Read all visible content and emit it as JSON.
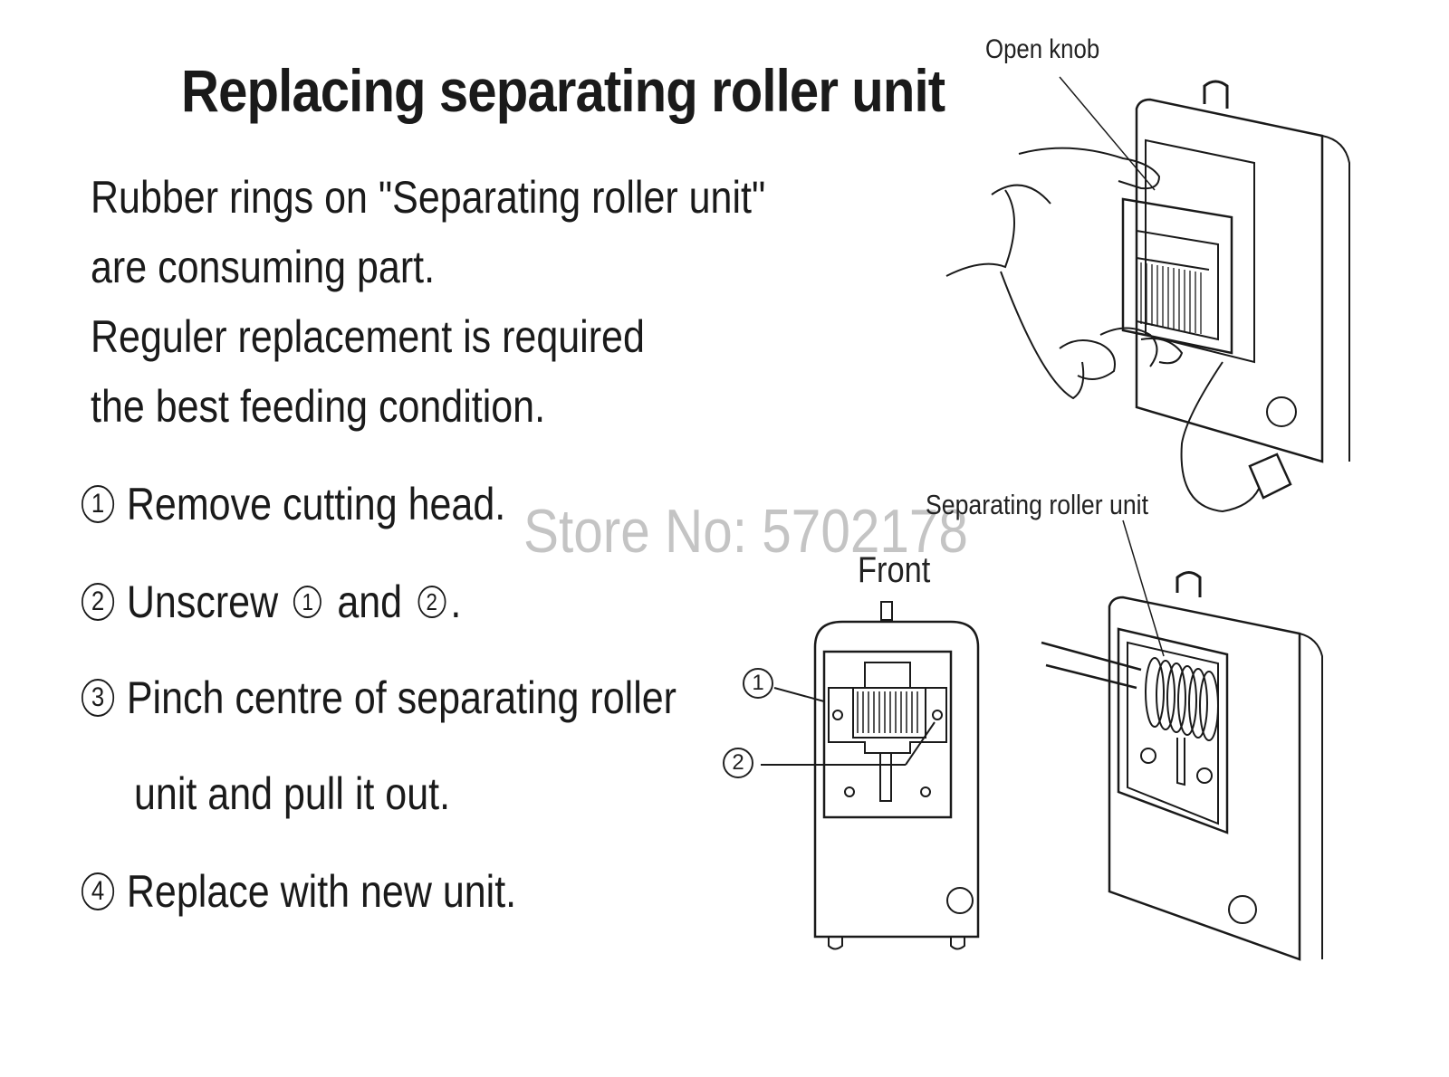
{
  "title": "Replacing separating roller unit",
  "intro": [
    "Rubber rings on \"Separating roller unit\"",
    "are consuming part.",
    "Reguler replacement is required",
    "the best feeding condition."
  ],
  "steps": {
    "s1": {
      "num": "1",
      "text": "Remove cutting head."
    },
    "s2": {
      "num": "2",
      "pre": "Unscrew",
      "ref1": "1",
      "mid": "and",
      "ref2": "2",
      "post": "."
    },
    "s3": {
      "num": "3",
      "line1": "Pinch centre of separating roller",
      "line2": "unit and pull it out."
    },
    "s4": {
      "num": "4",
      "text": "Replace with new unit."
    }
  },
  "watermark": "Store No: 5702178",
  "labels": {
    "open_knob": "Open knob",
    "separating_roller_unit": "Separating roller unit",
    "front": "Front",
    "callout_1": "1",
    "callout_2": "2"
  }
}
